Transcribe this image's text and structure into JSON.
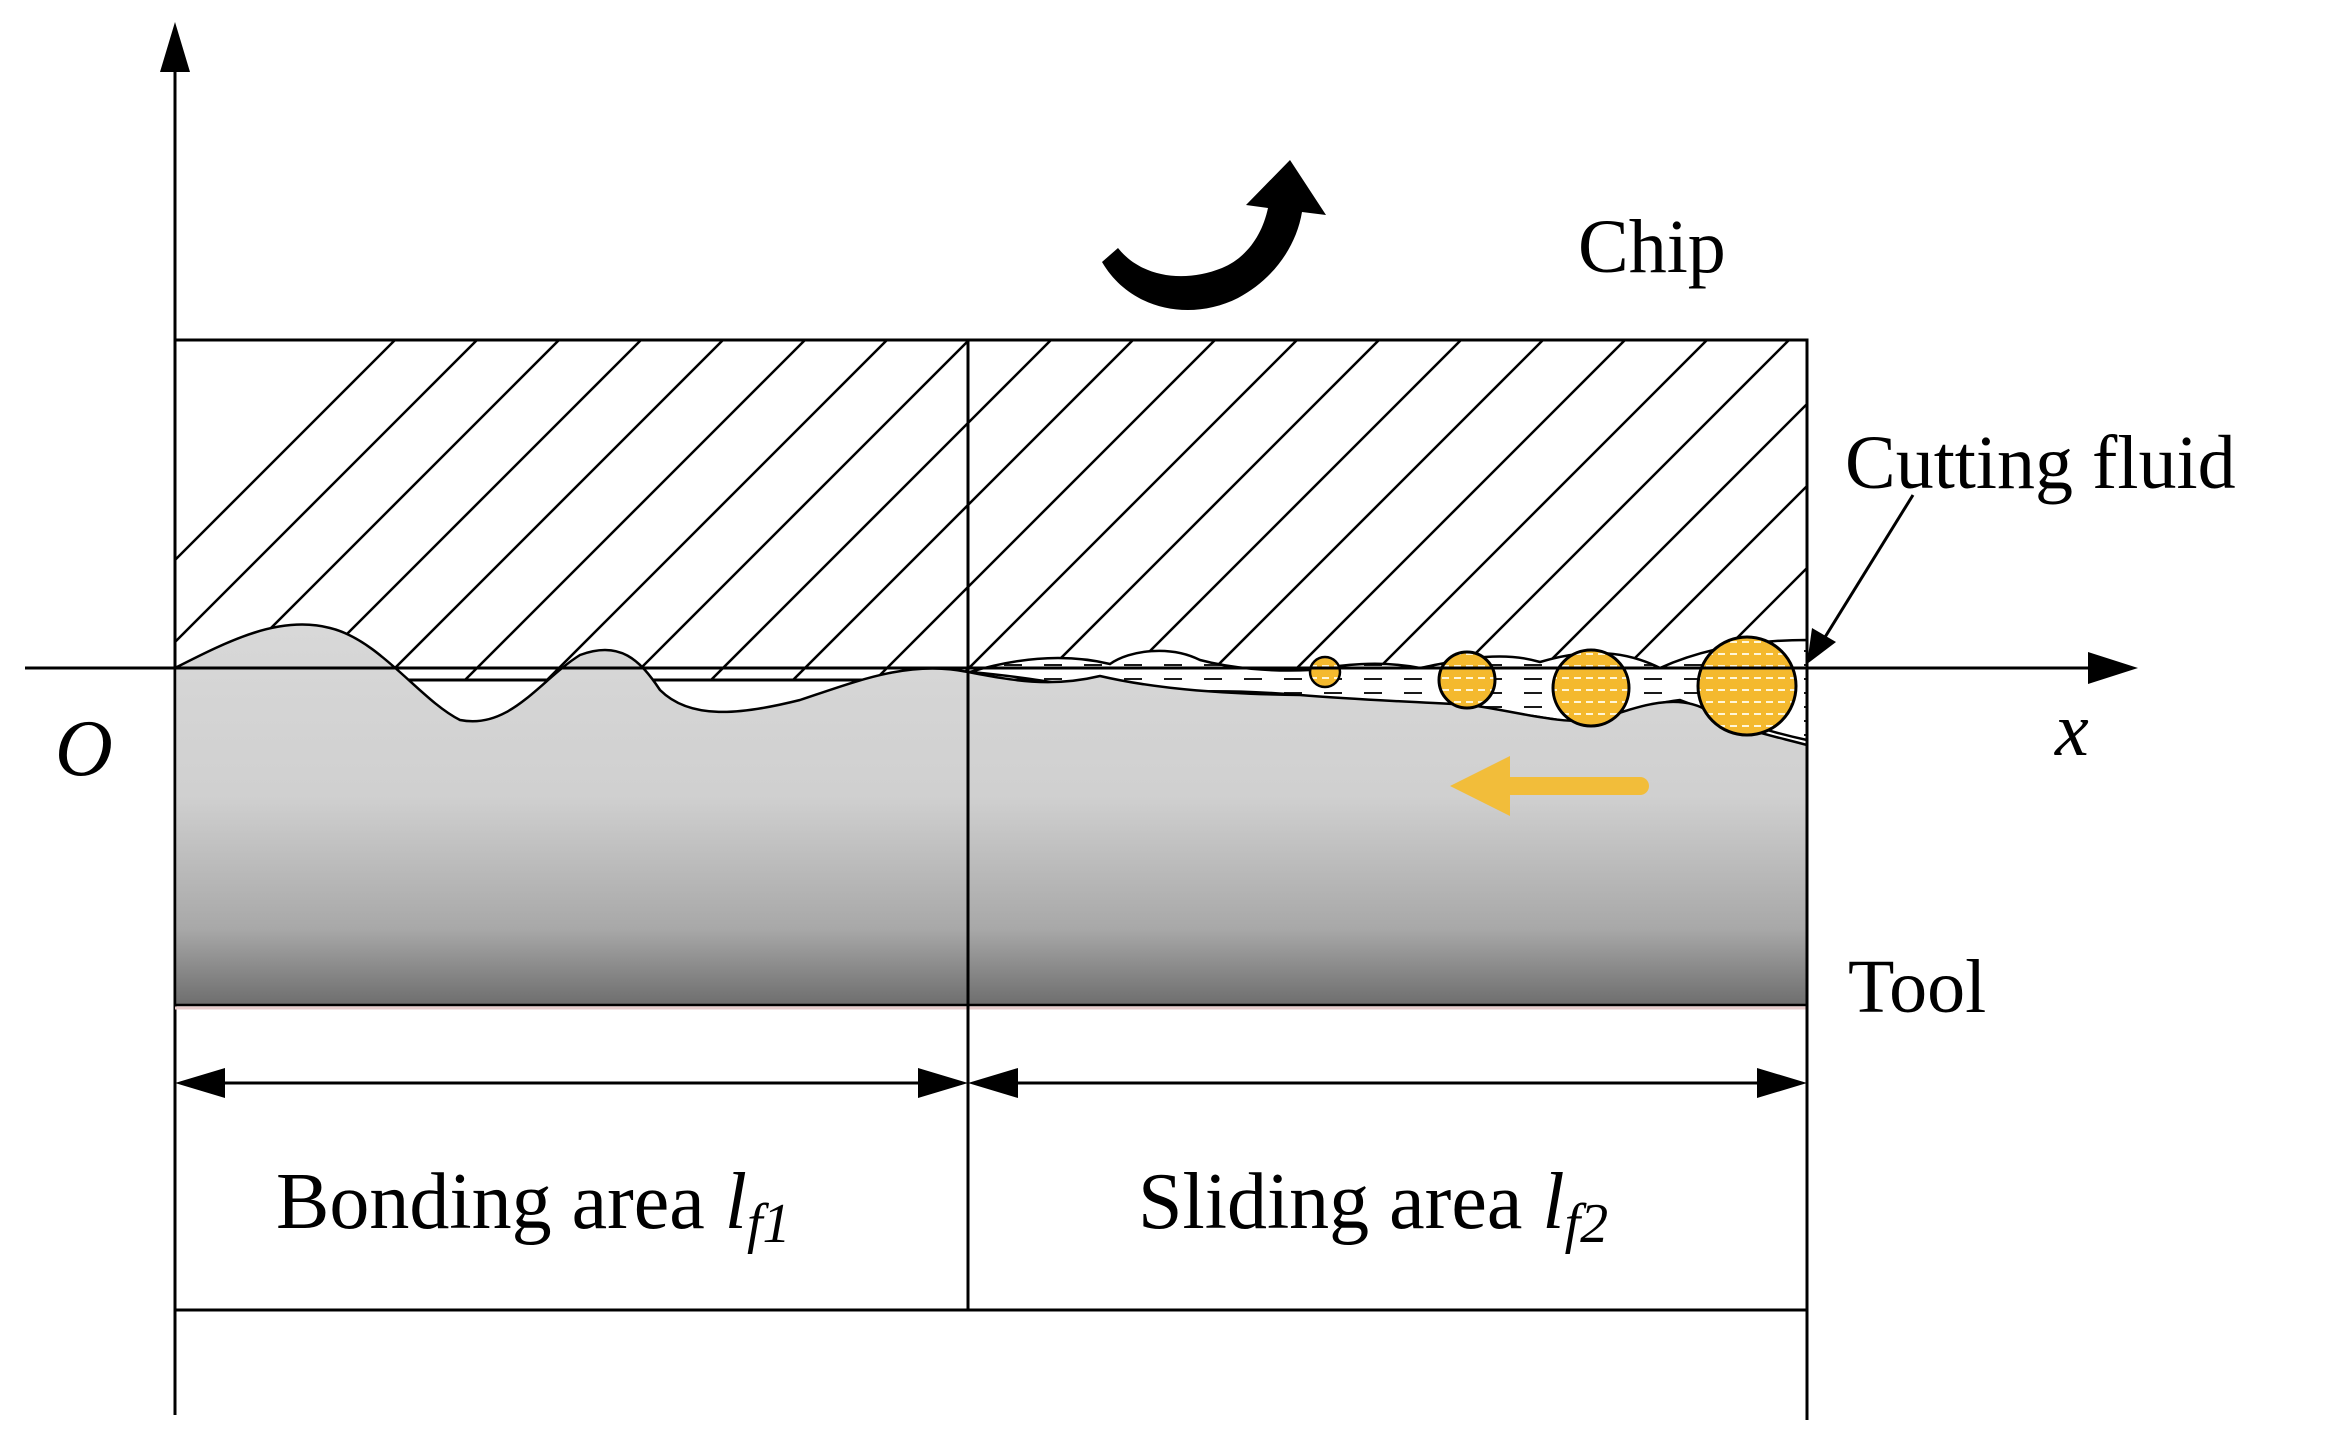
{
  "labels": {
    "chip": "Chip",
    "cutting_fluid": "Cutting fluid",
    "tool": "Tool",
    "origin": "O",
    "x_axis": "x",
    "bonding_text": "Bonding area ",
    "bonding_symbol": "l",
    "bonding_sub": "f1",
    "sliding_text": "Sliding area ",
    "sliding_symbol": "l",
    "sliding_sub": "f2"
  },
  "colors": {
    "stroke": "#000000",
    "tool_light": "#d6d6d6",
    "tool_dark": "#7a7a7a",
    "particle": "#f4b92e",
    "arrow_yellow": "#f4b92e",
    "fluid": "#ffffff"
  },
  "icons": {
    "rotation": "curved-rotation-arrow-icon",
    "motion": "left-arrow-icon"
  }
}
